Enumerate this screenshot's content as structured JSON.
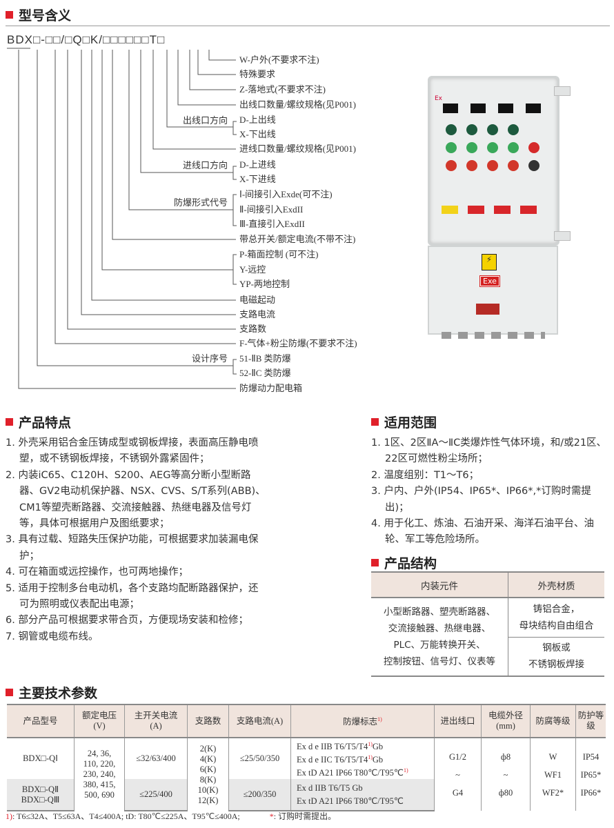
{
  "model_meaning": {
    "title": "型号含义",
    "code": "BDX□-□□/□Q□K/□□□□□□T□",
    "labels": [
      "W-户外(不要求不注)",
      "特殊要求",
      "Z-落地式(不要求不注)",
      "出线口数量/螺纹规格(见P001)",
      "D-上出线",
      "X-下出线",
      "进线口数量/螺纹规格(见P001)",
      "D-上进线",
      "X-下进线",
      "Ⅰ-间接引入Exde(可不注)",
      "Ⅱ-间接引入ExdII",
      "Ⅲ-直接引入ExdII",
      "带总开关/额定电流(不带不注)",
      "P-箱面控制 (可不注)",
      "Y-远控",
      "YP-两地控制",
      "电磁起动",
      "支路电流",
      "支路数",
      "F-气体+粉尘防爆(不要求不注)",
      "51-ⅡB 类防爆",
      "52-ⅡC 类防爆",
      "防爆动力配电箱"
    ],
    "groups": {
      "outlet_dir": "出线口方向",
      "inlet_dir": "进线口方向",
      "ex_type": "防爆形式代号",
      "design_no": "设计序号"
    }
  },
  "product_image": {
    "ex_mark": "Ex",
    "exe_label": "Exe"
  },
  "features": {
    "title": "产品特点",
    "items": [
      "1. 外壳采用铝合金压铸成型或钢板焊接，表面高压静电喷塑，或不锈钢板焊接，不锈钢外露紧固件；",
      "2. 内装iC65、C120H、S200、AEG等高分断小型断路器、GV2电动机保护器、NSX、CVS、S/T系列(ABB)、CM1等塑壳断路器、交流接触器、热继电器及信号灯等，具体可根据用户及图纸要求；",
      "3. 具有过载、短路失压保护功能，可根据要求加装漏电保护；",
      "4. 可在箱面或远控操作，也可两地操作；",
      "5. 适用于控制多台电动机，各个支路均配断路器保护，还可为照明或仪表配出电源；",
      "6. 部分产品可根据要求带合页，方便现场安装和检修；",
      "7. 钢管或电缆布线。"
    ]
  },
  "scope": {
    "title": "适用范围",
    "items": [
      "1. 1区、2区ⅡA～ⅡC类爆炸性气体环境，和/或21区、22区可燃性粉尘场所；",
      "2. 温度组别：T1～T6；",
      "3. 户内、户外(IP54、IP65*、IP66*,*订购时需提出)；",
      "4. 用于化工、炼油、石油开采、海洋石油平台、油轮、军工等危险场所。"
    ]
  },
  "structure": {
    "title": "产品结构",
    "headers": [
      "内装元件",
      "外壳材质"
    ],
    "components": [
      "小型断路器、塑壳断路器、",
      "交流接触器、热继电器、",
      "PLC、万能转换开关、",
      "控制按钮、信号灯、仪表等"
    ],
    "material1": [
      "铸铝合金，",
      "母块结构自由组合"
    ],
    "material2": [
      "钢板或",
      "不锈钢板焊接"
    ]
  },
  "tech": {
    "title": "主要技术参数",
    "headers": [
      "产品型号",
      "额定电压",
      "(V)",
      "主开关电流",
      "(A)",
      "支路数",
      "支路电流(A)",
      "防爆标志",
      "进出线口",
      "电缆外径",
      "(mm)",
      "防腐等级",
      "防护等级"
    ],
    "sup": "1)",
    "row1": {
      "model": "BDX□-QⅠ",
      "switch": "≤32/63/400",
      "branch_current": "≤25/50/350",
      "ex": [
        "Ex d e IIB T6/T5/T4",
        "Gb",
        "Ex d e IIC T6/T5/T4",
        "Gb",
        "Ex tD A21 IP66 T80℃/T95℃"
      ]
    },
    "row2": {
      "model": [
        "BDX□-QⅡ",
        "BDX□-QⅢ"
      ],
      "switch": "≤225/400",
      "branch_current": "≤200/350",
      "ex": [
        "Ex d IIB T6/T5 Gb",
        "Ex tD A21 IP66 T80℃/T95℃"
      ]
    },
    "voltage": [
      "24, 36,",
      "110, 220,",
      "230, 240,",
      "380, 415,",
      "500, 690"
    ],
    "branches": [
      "2(K)",
      "4(K)",
      "6(K)",
      "8(K)",
      "10(K)",
      "12(K)"
    ],
    "ports": [
      "G1/2",
      "~",
      "G4"
    ],
    "cable": [
      "ф8",
      "~",
      "ф80"
    ],
    "anticorrosion": [
      "W",
      "WF1",
      "WF2*"
    ],
    "protection": [
      "IP54",
      "IP65*",
      "IP66*"
    ]
  },
  "footnote": {
    "mark": "1)",
    "text": ": T6≤32A、T5≤63A、T4≤400A;  tD: T80℃≤225A、T95℃≤400A;",
    "star": "*",
    "star_text": ": 订购时需提出。"
  },
  "colors": {
    "accent": "#e0202a",
    "header_bg": "#f0e4dd",
    "grey_row": "#e8e8e8"
  }
}
